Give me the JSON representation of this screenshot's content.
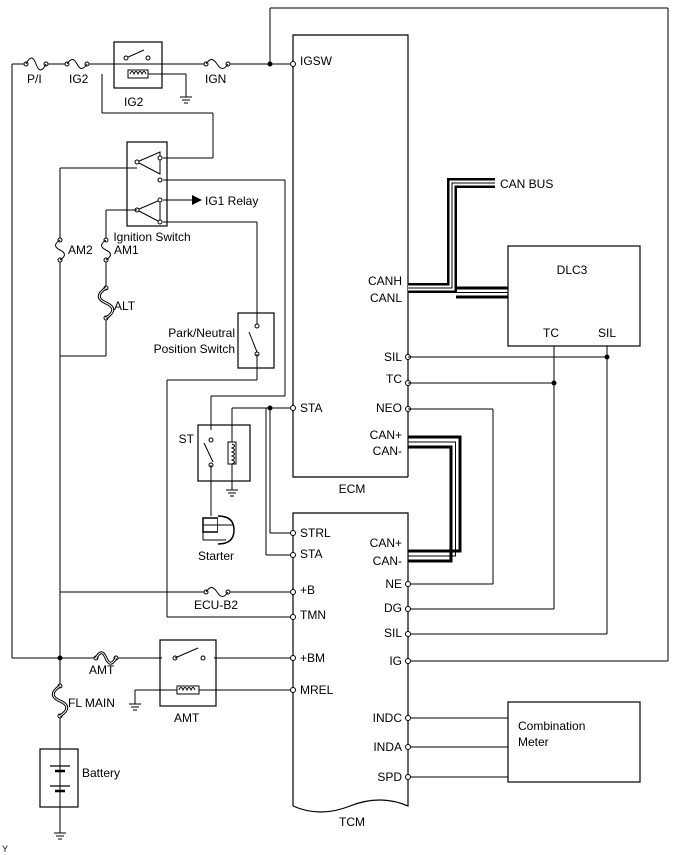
{
  "modules": {
    "ecm": {
      "name": "ECM",
      "pins": {
        "igsw": "IGSW",
        "canh": "CANH",
        "canl": "CANL",
        "sil": "SIL",
        "tc": "TC",
        "sta": "STA",
        "neo": "NEO",
        "can_plus": "CAN+",
        "can_minus": "CAN-"
      }
    },
    "tcm": {
      "name": "TCM",
      "pins": {
        "strl": "STRL",
        "sta": "STA",
        "b": "+B",
        "tmn": "TMN",
        "bm": "+BM",
        "mrel": "MREL",
        "can_plus": "CAN+",
        "can_minus": "CAN-",
        "ne": "NE",
        "dg": "DG",
        "sil": "SIL",
        "ig": "IG",
        "indc": "INDC",
        "inda": "INDA",
        "spd": "SPD"
      }
    },
    "dlc3": {
      "name": "DLC3",
      "pins": {
        "tc": "TC",
        "sil": "SIL"
      }
    },
    "meter": {
      "line1": "Combination",
      "line2": "Meter"
    },
    "can_bus": "CAN BUS"
  },
  "components": {
    "fuse_pi": "P/I",
    "fuse_ig2": "IG2",
    "relay_ig2": "IG2",
    "fuse_ign": "IGN",
    "ignition_switch": "Ignition Switch",
    "ig1_relay": "IG1 Relay",
    "fuse_am2": "AM2",
    "fuse_am1": "AM1",
    "fuse_alt": "ALT",
    "pnp_line1": "Park/Neutral",
    "pnp_line2": "Position Switch",
    "relay_st": "ST",
    "starter": "Starter",
    "fuse_ecu_b2": "ECU-B2",
    "fuse_amt": "AMT",
    "relay_amt": "AMT",
    "fuse_fl_main": "FL MAIN",
    "battery": "Battery"
  },
  "corner_mark": "Y"
}
